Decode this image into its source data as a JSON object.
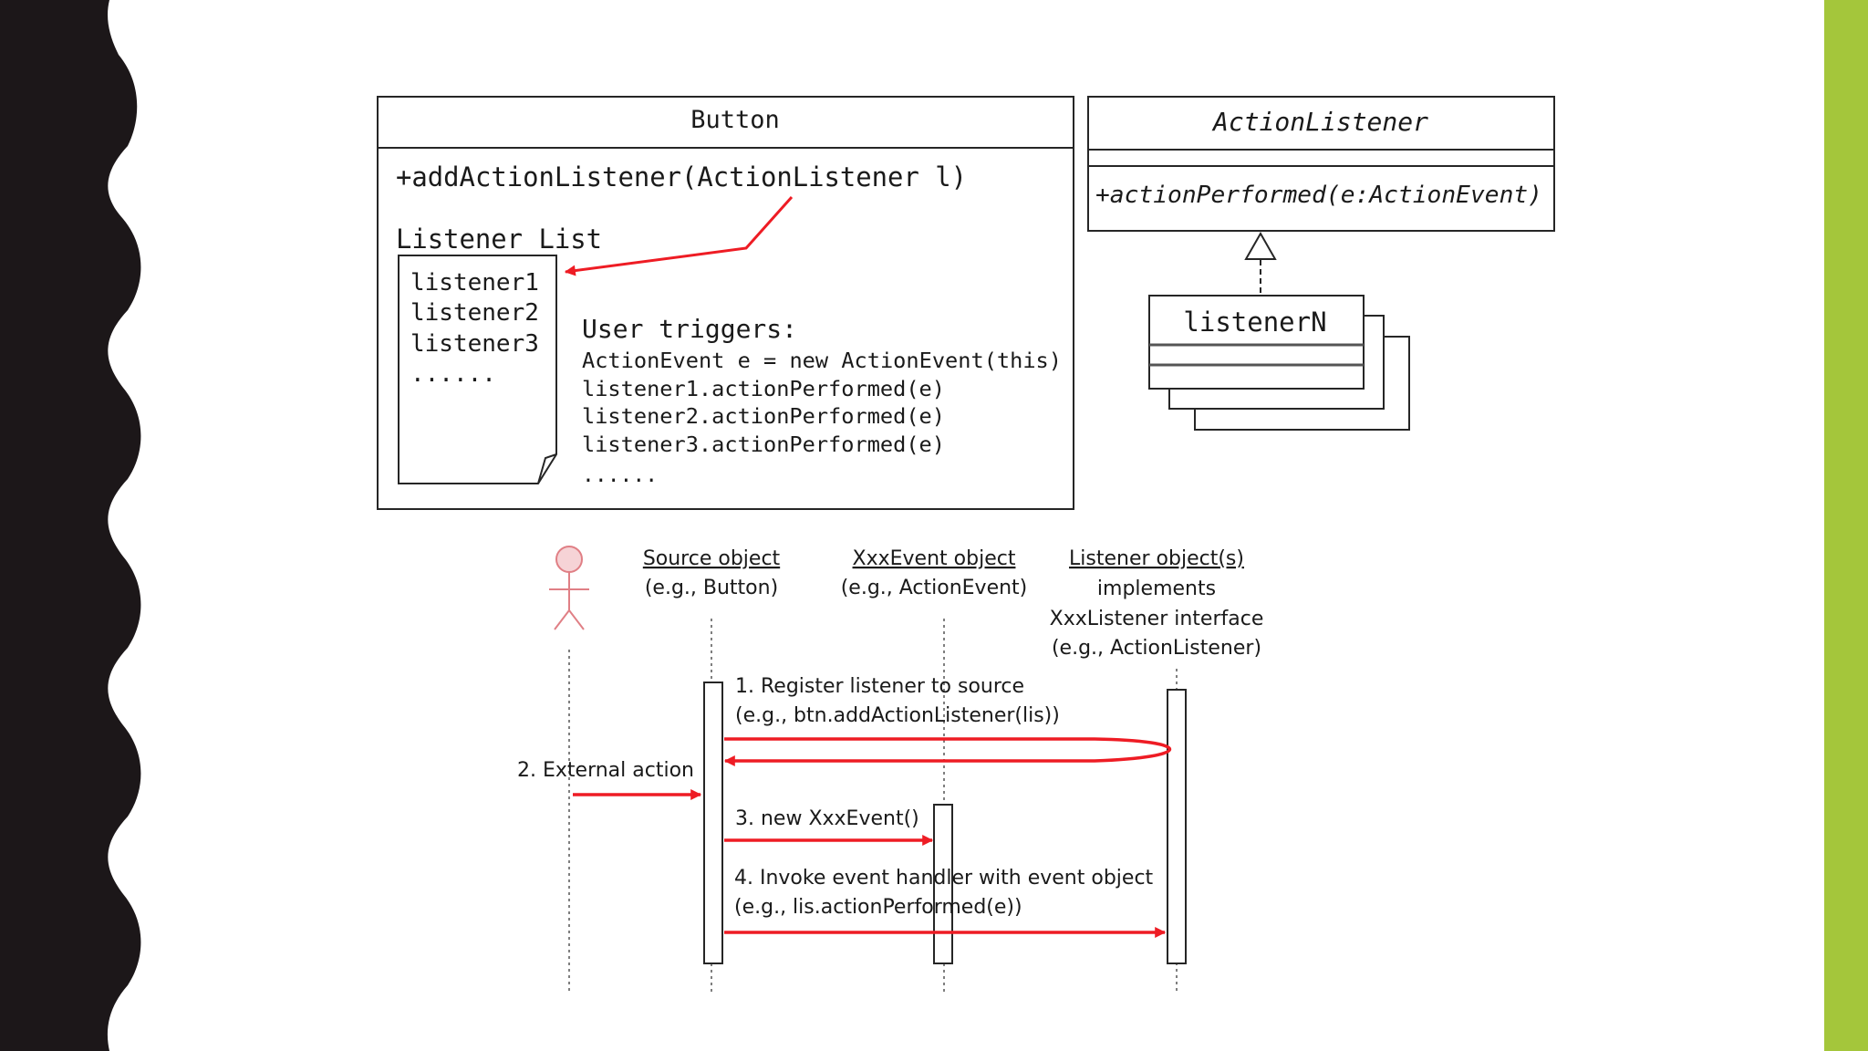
{
  "colors": {
    "background": "#ffffff",
    "left_band": "#1c1719",
    "right_band": "#a4c63b",
    "outline": "#262626",
    "arrow": "#ee1c24",
    "actor": "#e07f85"
  },
  "class_diagram": {
    "button_class": {
      "title": "Button",
      "method": "+addActionListener(ActionListener l)",
      "list_label": "Listener List",
      "list_items": [
        "listener1",
        "listener2",
        "listener3",
        "......"
      ]
    },
    "triggers": {
      "heading": "User triggers:",
      "lines": [
        "ActionEvent e = new ActionEvent(this)",
        "listener1.actionPerformed(e)",
        "listener2.actionPerformed(e)",
        "listener3.actionPerformed(e)",
        "......"
      ]
    },
    "interface_class": {
      "title": "ActionListener",
      "method": "+actionPerformed(e:ActionEvent)"
    },
    "implementor_class": {
      "title": "listenerN"
    }
  },
  "sequence_diagram": {
    "participants": {
      "source": {
        "name": "Source object",
        "detail": "(e.g., Button)"
      },
      "event": {
        "name": "XxxEvent object",
        "detail": "(e.g., ActionEvent)"
      },
      "listener": {
        "name": "Listener object(s)",
        "detail_lines": [
          "implements",
          "XxxListener interface",
          "(e.g., ActionListener)"
        ]
      }
    },
    "messages": {
      "register": {
        "label": "1. Register listener to source",
        "detail": "(e.g., btn.addActionListener(lis))"
      },
      "external": {
        "label": "2. External action"
      },
      "create": {
        "label": "3. new XxxEvent()"
      },
      "invoke": {
        "label": "4. Invoke event handler with event object",
        "detail": "(e.g., lis.actionPerformed(e))"
      }
    }
  }
}
